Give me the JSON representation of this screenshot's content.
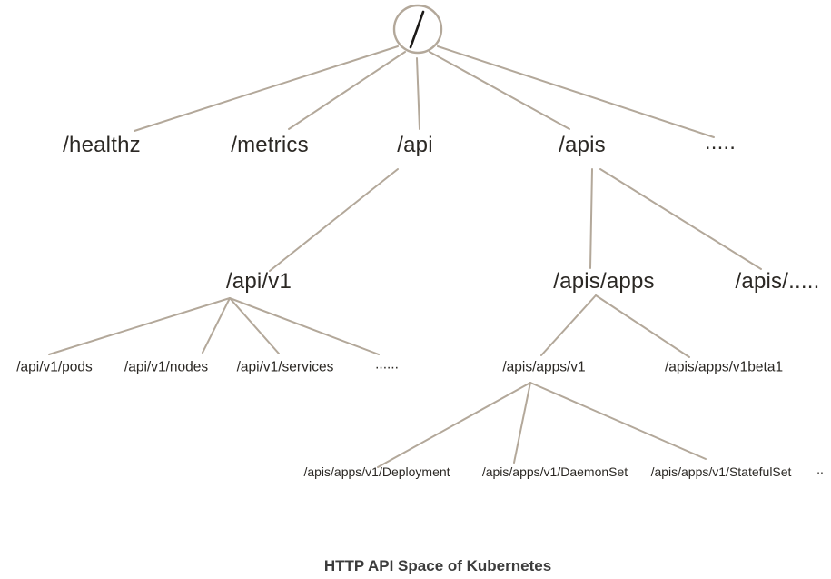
{
  "diagram": {
    "root": "/",
    "level1": {
      "healthz": "/healthz",
      "metrics": "/metrics",
      "api": "/api",
      "apis": "/apis",
      "more": "....."
    },
    "level2": {
      "api_v1": "/api/v1",
      "apis_apps": "/apis/apps",
      "apis_more": "/apis/....."
    },
    "level3": {
      "pods": "/api/v1/pods",
      "nodes": "/api/v1/nodes",
      "services": "/api/v1/services",
      "more": "......",
      "apps_v1": "/apis/apps/v1",
      "apps_v1beta1": "/apis/apps/v1beta1"
    },
    "level4": {
      "deployment": "/apis/apps/v1/Deployment",
      "daemonset": "/apis/apps/v1/DaemonSet",
      "statefulset": "/apis/apps/v1/StatefulSet",
      "more": ".."
    },
    "caption": "HTTP API Space of Kubernetes",
    "colors": {
      "line": "#b3a89a",
      "text": "#2b2824",
      "caption": "#3c3c3c"
    }
  }
}
